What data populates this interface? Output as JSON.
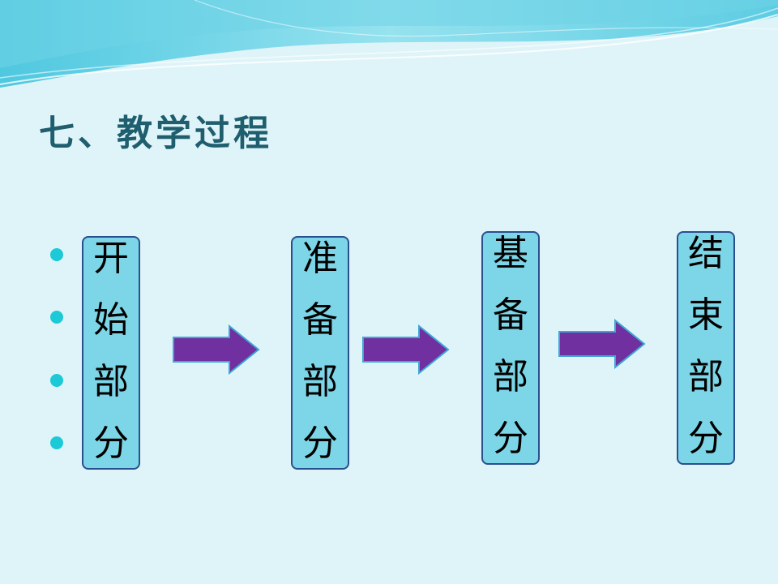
{
  "slide": {
    "title": "七、教学过程"
  },
  "diagram": {
    "stages": [
      {
        "chars": [
          "开",
          "始",
          "部",
          "分"
        ]
      },
      {
        "chars": [
          "准",
          "备",
          "部",
          "分"
        ]
      },
      {
        "chars": [
          "基",
          "备",
          "部",
          "分"
        ]
      },
      {
        "chars": [
          "结",
          "束",
          "部",
          "分"
        ]
      }
    ],
    "bullet_count": 4
  },
  "colors": {
    "background": "#dff4f8",
    "title": "#1f5e6e",
    "box_fill": "#7dd6e7",
    "box_border": "#2a4f8f",
    "arrow_fill": "#7030a0",
    "arrow_border": "#3fa7d6",
    "bullet": "#1cc9d6"
  }
}
